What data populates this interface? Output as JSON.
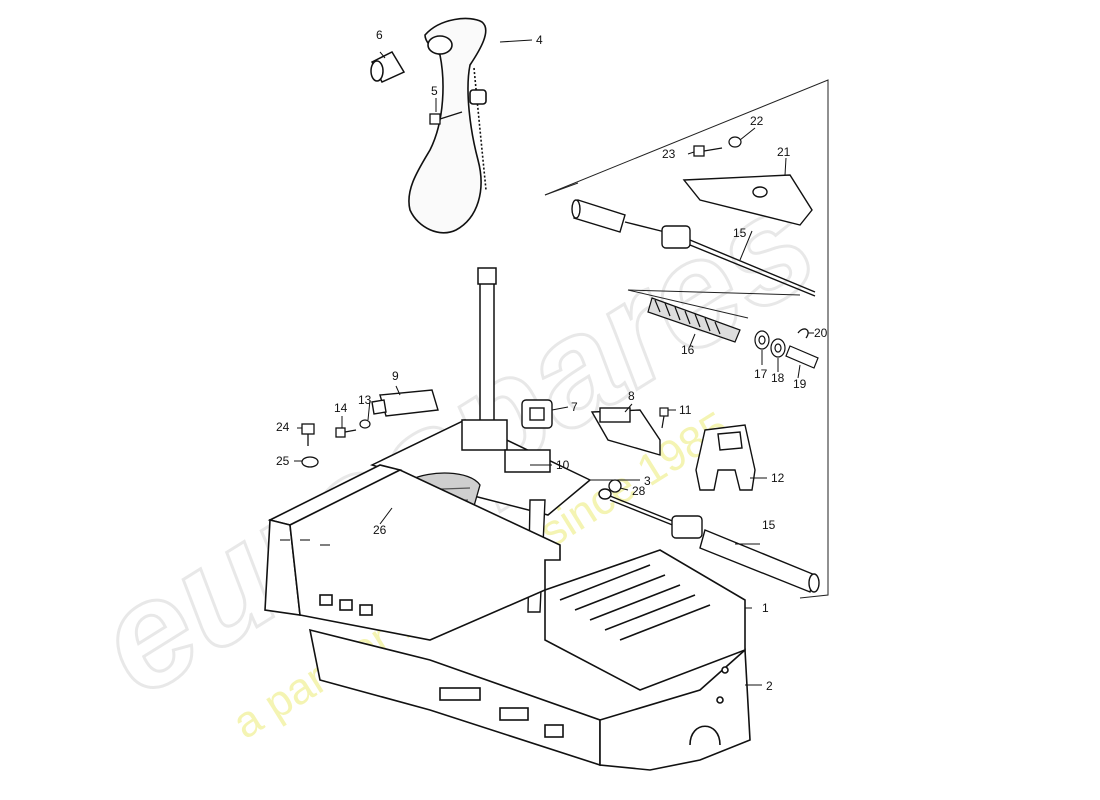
{
  "watermark": {
    "brand": "eurospares",
    "tagline": "a partner for parts since 1985",
    "brand_color": "#e9e9e9",
    "tagline_color": "#f1f18a"
  },
  "parts": [
    {
      "id": "label-1",
      "text": "1"
    },
    {
      "id": "label-2",
      "text": "2"
    },
    {
      "id": "label-3",
      "text": "3"
    },
    {
      "id": "label-4",
      "text": "4"
    },
    {
      "id": "label-5",
      "text": "5"
    },
    {
      "id": "label-6",
      "text": "6"
    },
    {
      "id": "label-7",
      "text": "7"
    },
    {
      "id": "label-8",
      "text": "8"
    },
    {
      "id": "label-9",
      "text": "9"
    },
    {
      "id": "label-10",
      "text": "10"
    },
    {
      "id": "label-11",
      "text": "11"
    },
    {
      "id": "label-12",
      "text": "12"
    },
    {
      "id": "label-13",
      "text": "13"
    },
    {
      "id": "label-14",
      "text": "14"
    },
    {
      "id": "label-15a",
      "text": "15"
    },
    {
      "id": "label-15b",
      "text": "15"
    },
    {
      "id": "label-16",
      "text": "16"
    },
    {
      "id": "label-17",
      "text": "17"
    },
    {
      "id": "label-18",
      "text": "18"
    },
    {
      "id": "label-19",
      "text": "19"
    },
    {
      "id": "label-20",
      "text": "20"
    },
    {
      "id": "label-21",
      "text": "21"
    },
    {
      "id": "label-22",
      "text": "22"
    },
    {
      "id": "label-23",
      "text": "23"
    },
    {
      "id": "label-24",
      "text": "24"
    },
    {
      "id": "label-25",
      "text": "25"
    },
    {
      "id": "label-26",
      "text": "26"
    },
    {
      "id": "label-28",
      "text": "28"
    }
  ]
}
